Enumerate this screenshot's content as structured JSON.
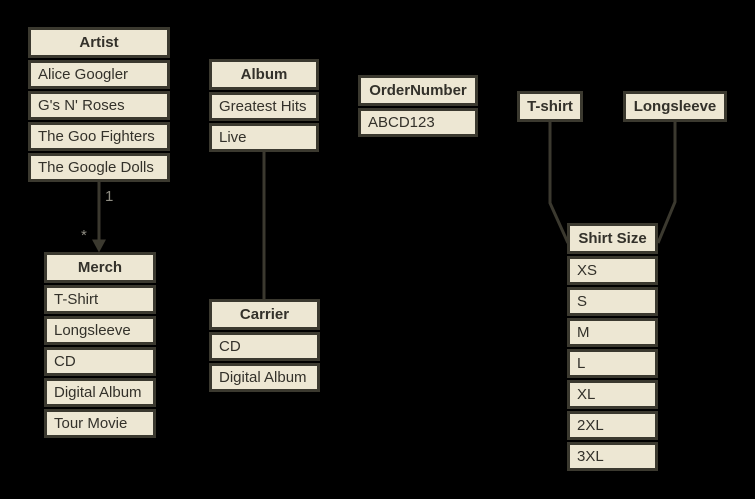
{
  "diagram": {
    "colors": {
      "background": "#000000",
      "box_fill": "#ede7d3",
      "box_border": "#3b392f",
      "cell_text": "#33312a",
      "edge_line": "#3b392f",
      "edge_label": "#8f8d83"
    },
    "tables": [
      {
        "id": "artist",
        "title": "Artist",
        "rows": [
          "Alice Googler",
          "G's N' Roses",
          "The Goo Fighters",
          "The Google Dolls"
        ]
      },
      {
        "id": "album",
        "title": "Album",
        "rows": [
          "Greatest Hits",
          "Live"
        ]
      },
      {
        "id": "ordernumber",
        "title": "OrderNumber",
        "rows": [
          "ABCD123"
        ]
      },
      {
        "id": "tshirt",
        "title": "T-shirt",
        "rows": []
      },
      {
        "id": "longsleeve",
        "title": "Longsleeve",
        "rows": []
      },
      {
        "id": "merch",
        "title": "Merch",
        "rows": [
          "T-Shirt",
          "Longsleeve",
          "CD",
          "Digital Album",
          "Tour Movie"
        ]
      },
      {
        "id": "carrier",
        "title": "Carrier",
        "rows": [
          "CD",
          "Digital Album"
        ]
      },
      {
        "id": "shirtsize",
        "title": "Shirt Size",
        "rows": [
          "XS",
          "S",
          "M",
          "L",
          "XL",
          "2XL",
          "3XL"
        ]
      }
    ],
    "edges": [
      {
        "id": "artist-merch",
        "from": "Artist",
        "to": "Merch",
        "source_label": "1",
        "target_label": "*",
        "arrow": true
      },
      {
        "id": "album-carrier",
        "from": "Album",
        "to": "Carrier",
        "arrow": false
      },
      {
        "id": "tshirt-shirtsize",
        "from": "T-shirt",
        "to": "Shirt Size",
        "arrow": false
      },
      {
        "id": "longsleeve-shirtsize",
        "from": "Longsleeve",
        "to": "Shirt Size",
        "arrow": false
      }
    ]
  }
}
